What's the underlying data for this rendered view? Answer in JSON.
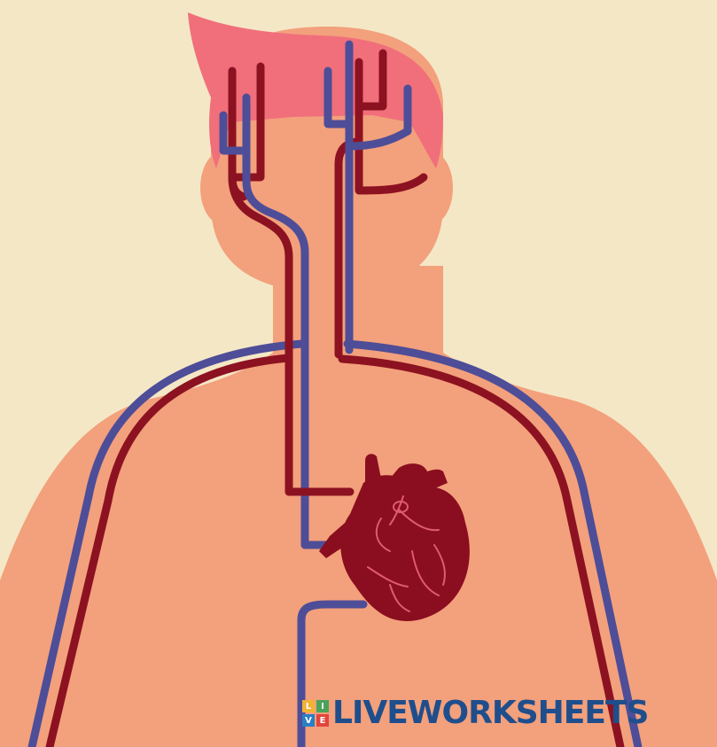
{
  "colors": {
    "background": "#f4e7c6",
    "skin": "#f3a07c",
    "hair": "#f06f7b",
    "artery": "#8c1221",
    "vein": "#4e4d98",
    "heart": "#8a0e1f",
    "heart_lines": "#e05a70",
    "brand": "#1f4e8c"
  },
  "watermark": {
    "tiles": [
      {
        "letter": "L",
        "color": "#f2b233"
      },
      {
        "letter": "I",
        "color": "#4aa35a"
      },
      {
        "letter": "V",
        "color": "#2a7fc4"
      },
      {
        "letter": "E",
        "color": "#e2453c"
      }
    ],
    "text": "LIVEWORKSHEETS"
  }
}
